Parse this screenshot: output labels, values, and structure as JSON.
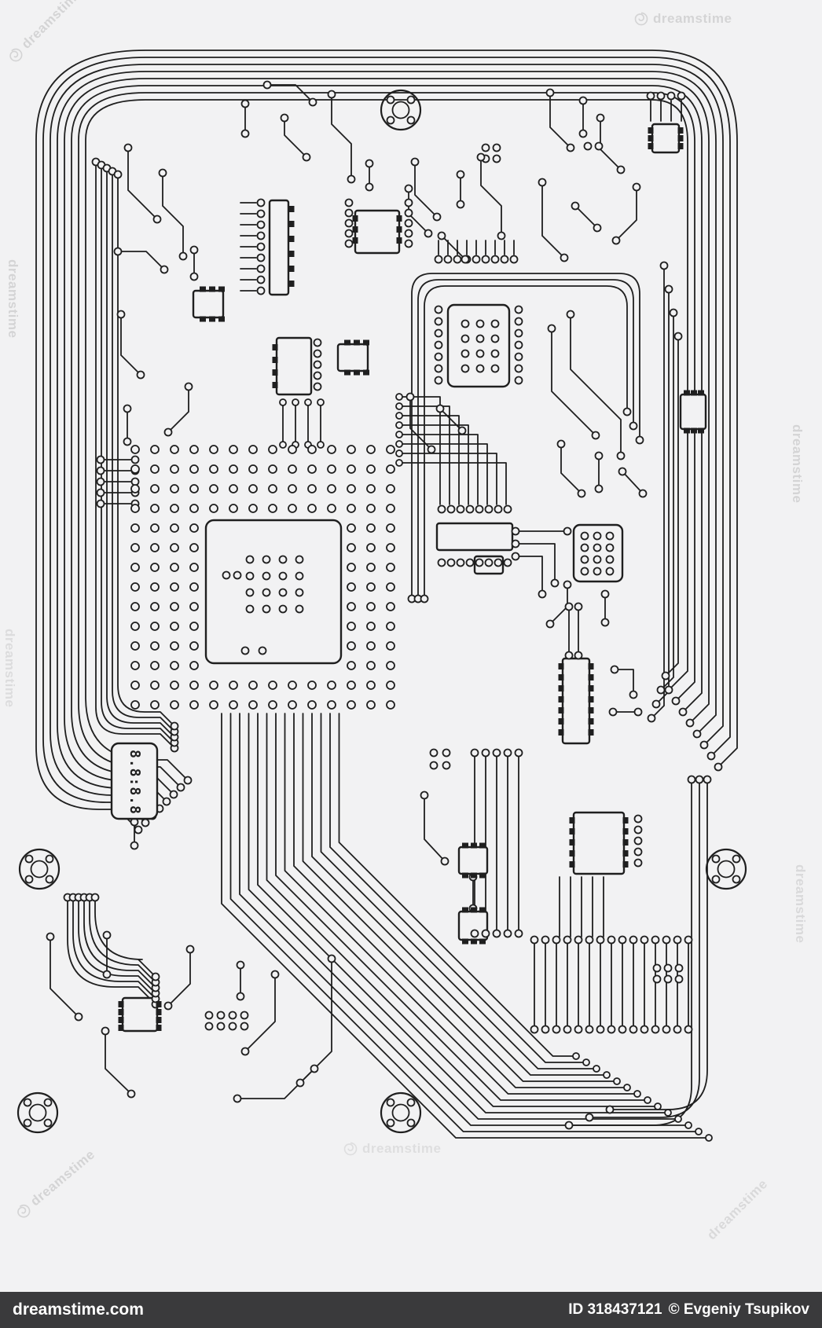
{
  "watermark": {
    "text": "dreamstime"
  },
  "board": {
    "display_value": "8.8:8.8"
  },
  "footer": {
    "site": "dreamstime.com",
    "image_id": "ID 318437121",
    "credit": "© Evgeniy Tsupikov"
  },
  "colors": {
    "line": "#1f1f1f",
    "background": "#f2f2f3",
    "footer_background": "#3a3a3c",
    "footer_text": "#ffffff",
    "watermark": "#6e6e6e"
  }
}
